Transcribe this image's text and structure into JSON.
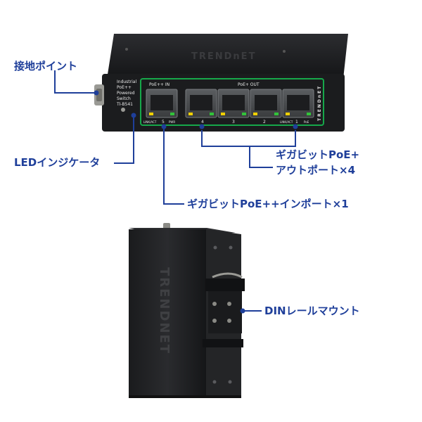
{
  "labels": {
    "ground_point": "接地ポイント",
    "led_indicator": "LEDインジケータ",
    "poe_out_ports": [
      "ギガビットPoE+",
      "アウトポート×4"
    ],
    "poe_in_port": "ギガビットPoE++インポート×1",
    "din_rail": "DINレールマウント"
  },
  "device": {
    "brand": "TRENDnET",
    "panel_side_text": [
      "Industrial",
      "PoE++",
      "Powered",
      "Switch",
      "TI-B541"
    ],
    "group_in_label": "PoE++ IN",
    "group_out_label": "PoE+ OUT",
    "port_numbers": [
      "5",
      "4",
      "3",
      "2",
      "1"
    ],
    "port_small_labels": [
      "LINK/ACT",
      "PWR",
      "LINK/ACT",
      "PoE"
    ],
    "side_brand": "TRENDNET"
  },
  "colors": {
    "accent": "#1f3f9a",
    "panel_green": "#16a84a",
    "device_body": "#202124"
  }
}
